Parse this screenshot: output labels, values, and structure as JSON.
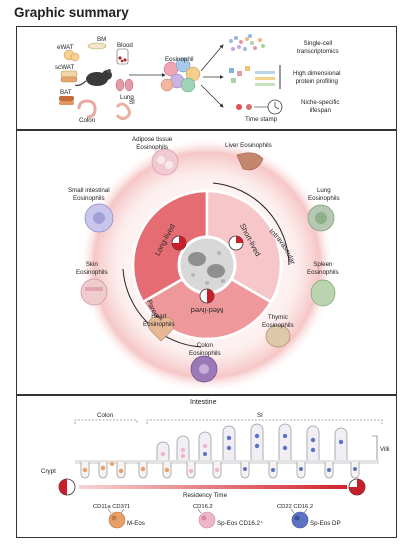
{
  "header": {
    "title": "Graphic summary"
  },
  "panel1": {
    "tissues": {
      "bm": "BM",
      "ewat": "eWAT",
      "blood": "Blood",
      "scwat": "scWAT",
      "lung": "Lung",
      "bat": "BAT",
      "colon": "Colon",
      "si": "SI"
    },
    "eosinophil_label": "Eosinophil",
    "outputs": [
      {
        "label": "Single-cell\ntranscriptomics"
      },
      {
        "label": "High dimensional\nprotein profiling"
      },
      {
        "label": "Niche-specific\nlifespan"
      }
    ],
    "time_stamp": "Time stamp"
  },
  "panel2": {
    "organs": [
      {
        "id": "adipose",
        "label": "Adipose tissue\nEosinophils",
        "color": "#e8a6b6"
      },
      {
        "id": "liver",
        "label": "Liver Eosinophils",
        "color": "#c98a70"
      },
      {
        "id": "small-intestinal",
        "label": "Small intestinal\nEosinophils",
        "color": "#b7b3de"
      },
      {
        "id": "lung",
        "label": "Lung\nEosinophils",
        "color": "#a8c2a6"
      },
      {
        "id": "skin",
        "label": "Skin\nEosinophils",
        "color": "#e7b8c0"
      },
      {
        "id": "spleen",
        "label": "Spleen\nEosinophils",
        "color": "#a9c79e"
      },
      {
        "id": "heart",
        "label": "Heart\nEosinophils",
        "color": "#e2b08f"
      },
      {
        "id": "colon",
        "label": "Colon\nEosinophils",
        "color": "#8d6aa8"
      },
      {
        "id": "thymic",
        "label": "Thymic\nEosinophils",
        "color": "#d6c1a2"
      }
    ],
    "segments": {
      "long": "Long-lived",
      "short": "Short-lived",
      "med": "Med-lived"
    },
    "arcs": {
      "intravascular": "Intravascular",
      "parenchyma": "Parenchyma"
    }
  },
  "panel3": {
    "title": "Intestine",
    "colon": "Colon",
    "si": "SI",
    "villi": "Villi",
    "crypt": "Crypt",
    "residency": "Residency Time",
    "legend": [
      {
        "markers": "CD11a    CD371",
        "name": "M-Eos",
        "color": "#e8a06a"
      },
      {
        "markers": "CD16.2",
        "name": "Sp-Eos CD16.2⁺",
        "color": "#f1b5c9"
      },
      {
        "markers": "CD22    CD16.2",
        "name": "Sp-Eos DP",
        "color": "#5e72c4"
      }
    ]
  }
}
